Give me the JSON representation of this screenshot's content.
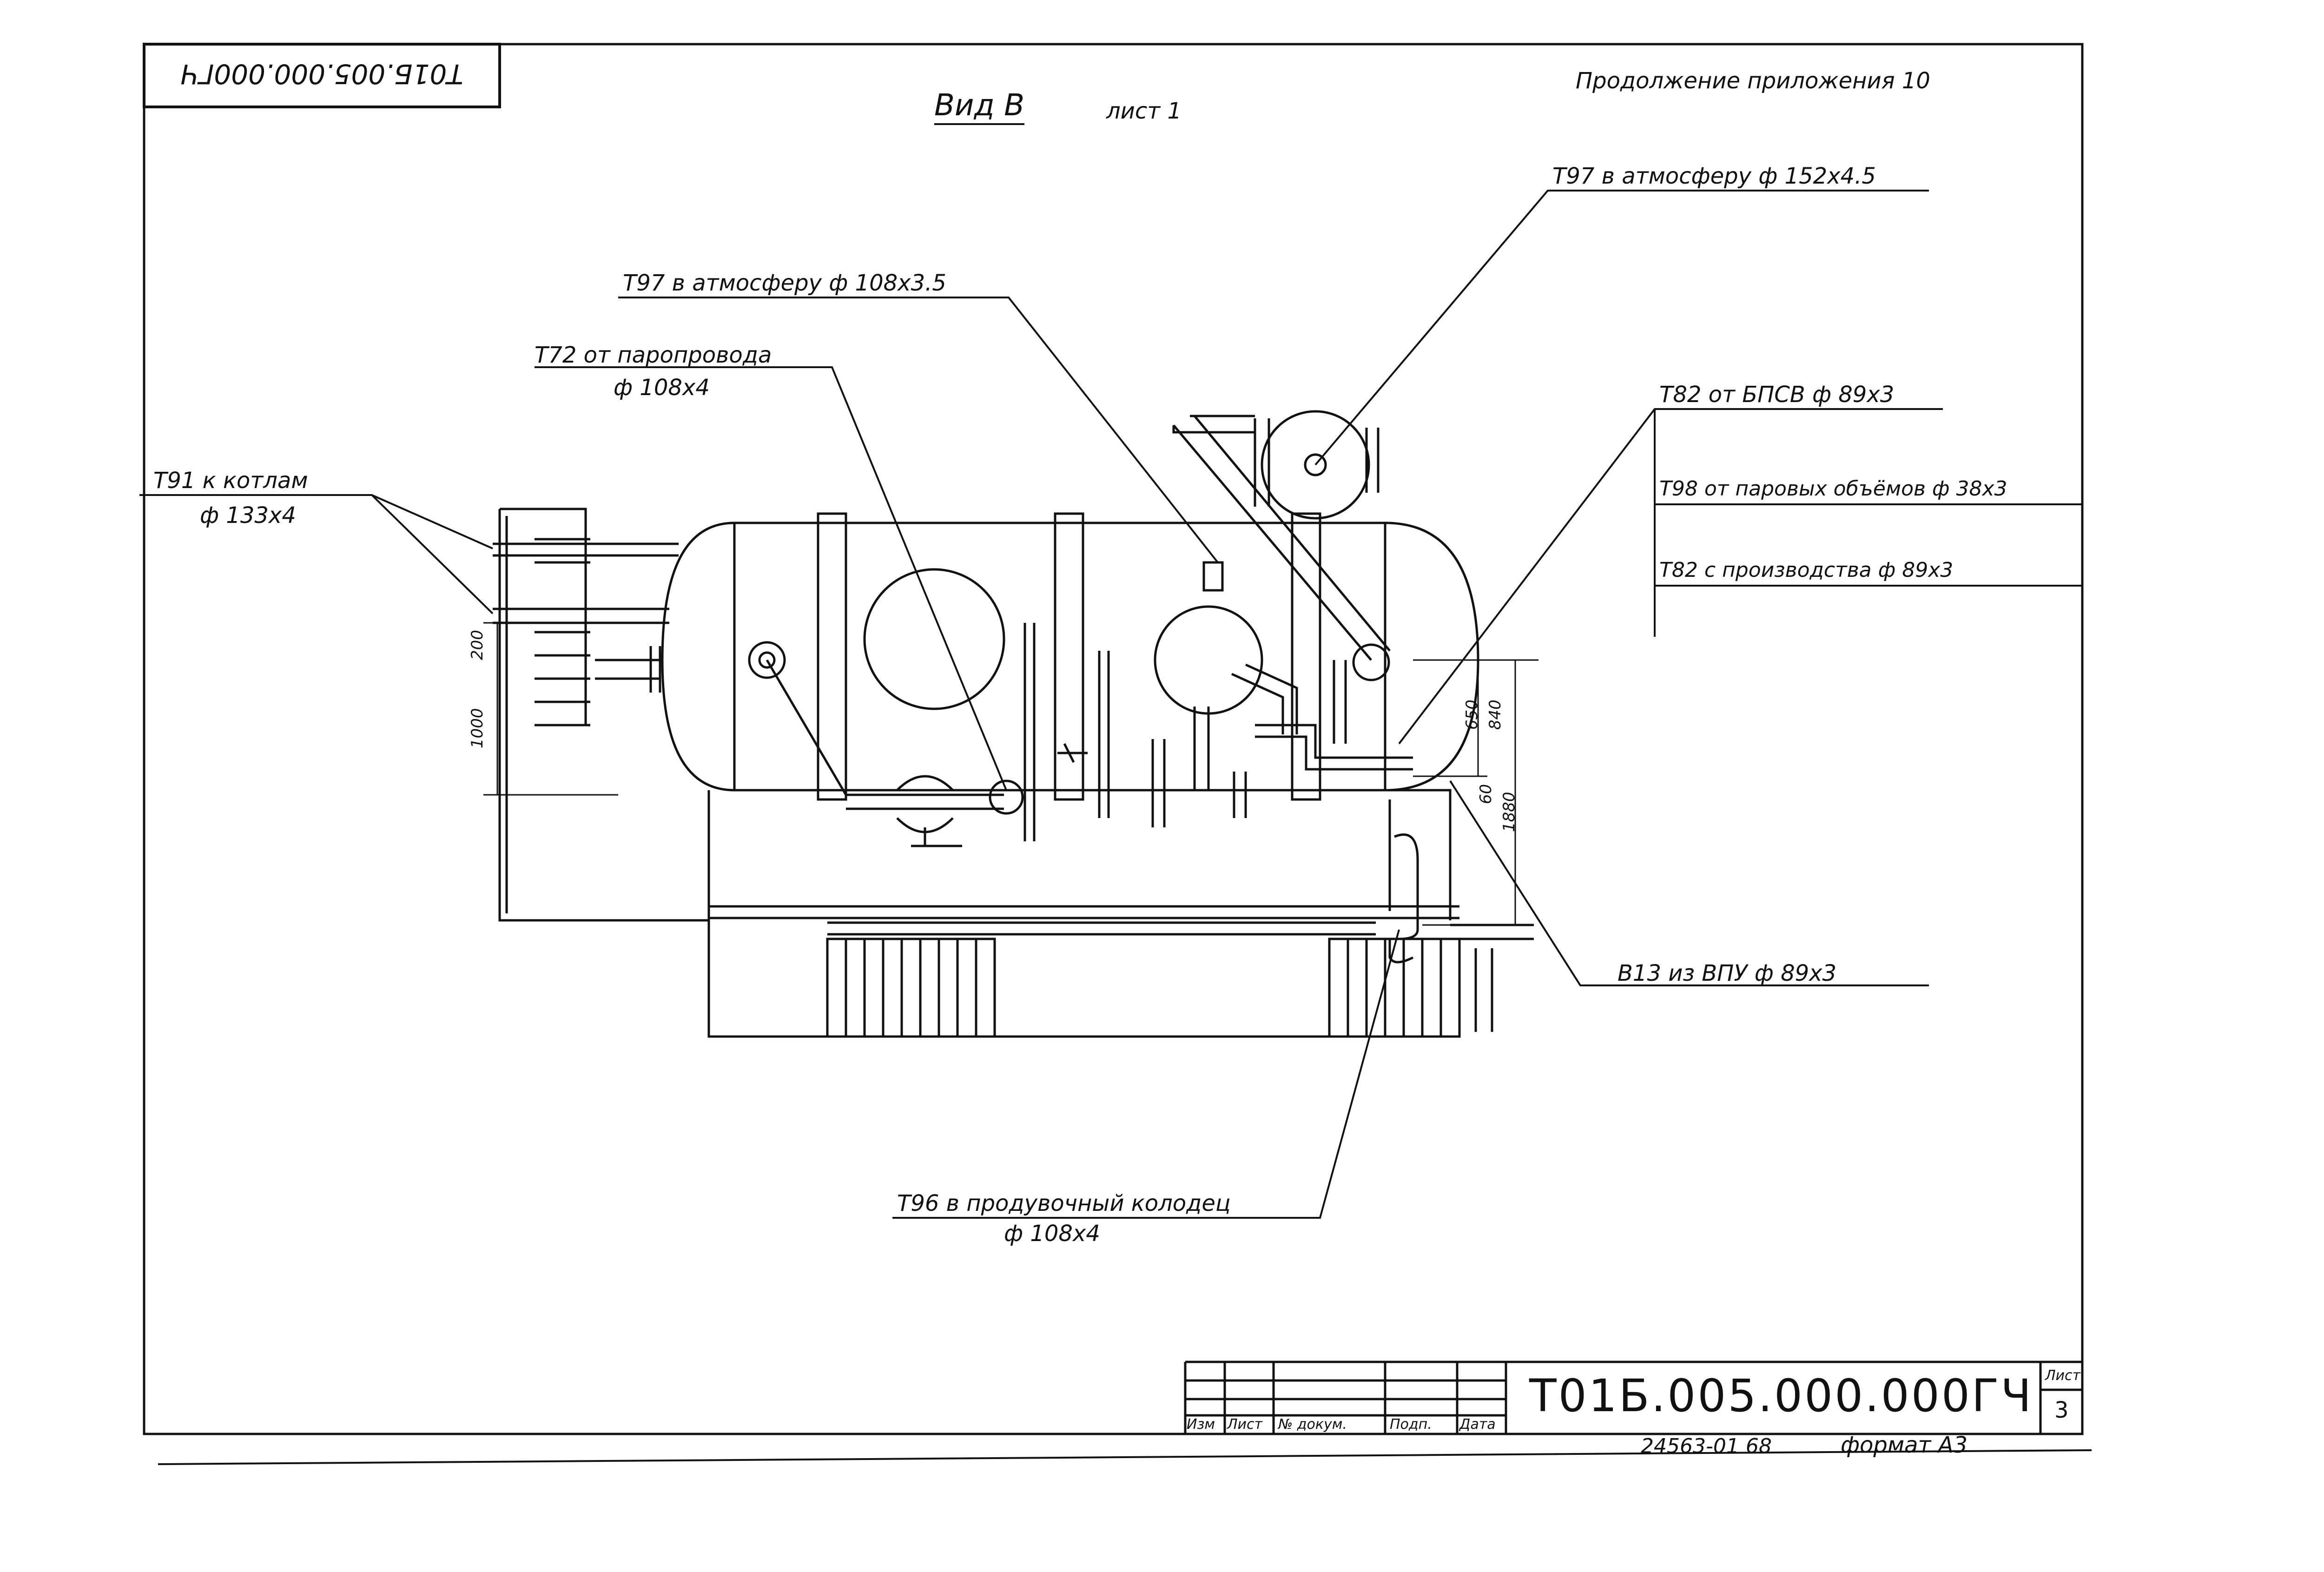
{
  "stamp": "Т01Б.005.000.000ГЧ",
  "view_title": "Вид В",
  "sheet_label": "лист 1",
  "continuation": "Продолжение приложения 10",
  "callouts": {
    "t97_108": "Т97 в атмосферу ф 108x3.5",
    "t72": "Т72 от паропровода",
    "t72_size": "ф 108x4",
    "t91": "Т91 к котлам",
    "t91_size": "ф 133x4",
    "t97_152": "Т97 в атмосферу ф 152x4.5",
    "t82_bpsv": "Т82 от БПСВ ф 89x3",
    "t98": "Т98 от паровых объёмов ф 38x3",
    "t82_prod": "Т82 с производства ф 89x3",
    "v13": "В13 из ВПУ ф 89x3",
    "t96": "Т96 в продувочный колодец",
    "t96_size": "ф 108x4"
  },
  "dimensions": {
    "d200": "200",
    "d1000": "1000",
    "d650": "650",
    "d840": "840",
    "d60": "60",
    "d1880": "1880"
  },
  "title_block": {
    "izm": "Изм",
    "list": "Лист",
    "dokum": "№ докум.",
    "podp": "Подп.",
    "data": "Дата",
    "doc_number": "Т01Б.005.000.000ГЧ",
    "sheet_label": "Лист",
    "sheet_number": "3",
    "archive": "24563-01 68",
    "format": "формат А3"
  }
}
